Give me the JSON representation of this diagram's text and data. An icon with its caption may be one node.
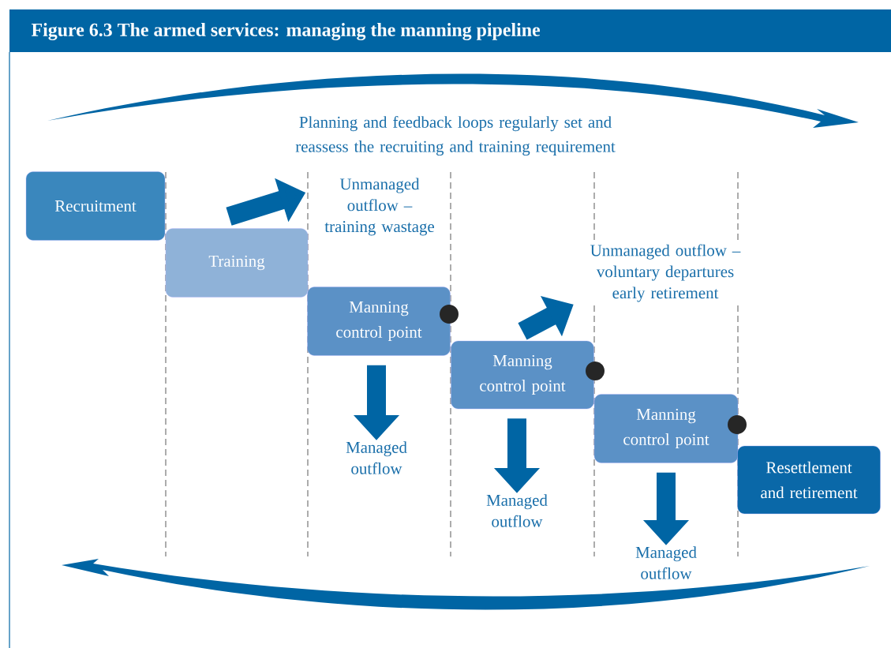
{
  "diagram": {
    "title": "Figure 6.3 The armed services: managing the manning pipeline",
    "nodes": [
      {
        "text": [
          "Recruitment"
        ]
      },
      {
        "text": [
          "Training"
        ]
      },
      {
        "text": [
          "Manning control point"
        ]
      },
      {
        "text": [
          "Manning control point"
        ]
      },
      {
        "text": [
          "Manning control point"
        ]
      },
      {
        "text": [
          "Resettlement and retirement"
        ]
      },
      {
        "text": [
          "Unmanaged outflow – training wastage"
        ]
      },
      {
        "text": [
          "Unmanaged outflow – voluntary departures early retirement"
        ]
      },
      {
        "text": [
          "Managed outflow"
        ]
      },
      {
        "text": [
          "Managed outflow"
        ]
      },
      {
        "text": [
          "Managed outflow"
        ]
      }
    ],
    "edges": [
      {
        "from": 1,
        "to": 6,
        "arrow": "to"
      },
      {
        "from": 3,
        "to": 7,
        "arrow": "to"
      },
      {
        "from": 2,
        "to": 8,
        "arrow": "to"
      },
      {
        "from": 3,
        "to": 9,
        "arrow": "to"
      },
      {
        "from": 4,
        "to": 10,
        "arrow": "to"
      }
    ],
    "labels": [
      "Planning and feedback loops regularly set and reassess the recruiting and training requirement"
    ]
  }
}
